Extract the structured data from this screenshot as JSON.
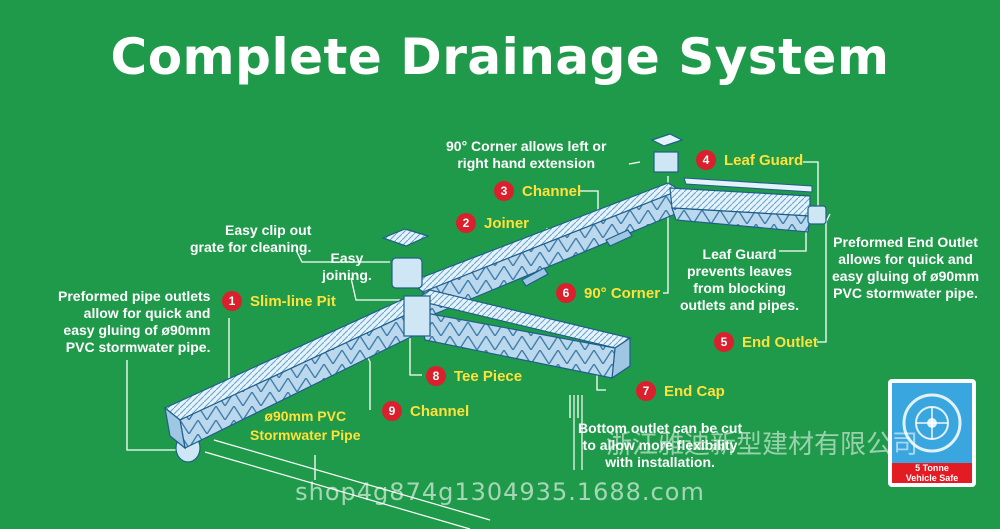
{
  "title": "Complete Drainage System",
  "notes": {
    "corner_ext": [
      "90° Corner allows left or",
      "right hand extension"
    ],
    "clip_out": [
      "Easy clip out",
      "grate for cleaning."
    ],
    "easy_joining": [
      "Easy",
      "joining."
    ],
    "pipe_outlets": [
      "Preformed pipe outlets",
      "allow for quick and",
      "easy gluing of ø90mm",
      "PVC stormwater pipe."
    ],
    "leaf_guard": [
      "Leaf Guard",
      "prevents leaves",
      "from blocking",
      "outlets and pipes."
    ],
    "end_outlet": [
      "Preformed End Outlet",
      "allows for quick and",
      "easy gluing of ø90mm",
      "PVC stormwater pipe."
    ],
    "bottom_outlet": [
      "Bottom outlet can be cut",
      "to allow more flexibility",
      "with installation."
    ]
  },
  "callouts": [
    {
      "num": "1",
      "label": "Slim-line Pit"
    },
    {
      "num": "2",
      "label": "Joiner"
    },
    {
      "num": "3",
      "label": "Channel"
    },
    {
      "num": "4",
      "label": "Leaf Guard"
    },
    {
      "num": "5",
      "label": "End Outlet"
    },
    {
      "num": "6",
      "label": "90° Corner"
    },
    {
      "num": "7",
      "label": "End Cap"
    },
    {
      "num": "8",
      "label": "Tee Piece"
    },
    {
      "num": "9",
      "label": "Channel"
    }
  ],
  "pipe_label": [
    "ø90mm PVC",
    "Stormwater Pipe"
  ],
  "vehicle_badge": [
    "5 Tonne",
    "Vehicle Safe"
  ],
  "watermark_cn": "浙江雅迪新型建材有限公司",
  "watermark_url": "shop4g874g1304935.1688.com",
  "colors": {
    "background": "#1f9a4a",
    "callout_text": "#ffe13b",
    "badge": "#d9202c",
    "product": "#cfe6f5",
    "product_line": "#1e5f8a"
  }
}
